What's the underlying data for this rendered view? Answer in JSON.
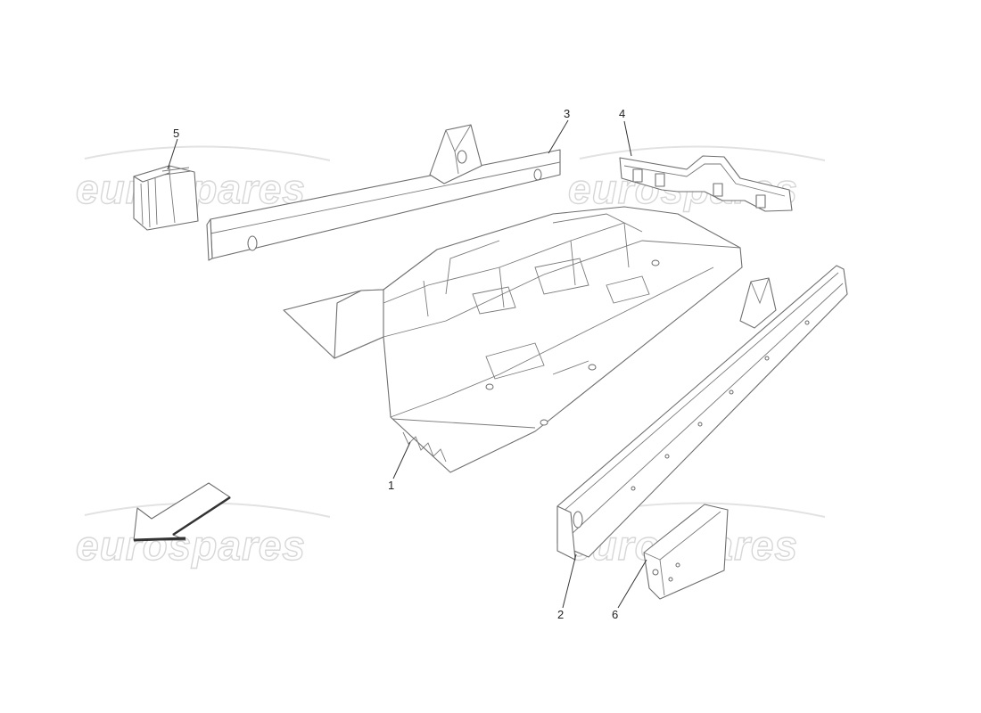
{
  "diagram": {
    "watermark": "eurospares",
    "callouts": [
      {
        "id": "1",
        "label": "1"
      },
      {
        "id": "2",
        "label": "2"
      },
      {
        "id": "3",
        "label": "3"
      },
      {
        "id": "4",
        "label": "4"
      },
      {
        "id": "5",
        "label": "5"
      },
      {
        "id": "6",
        "label": "6"
      }
    ],
    "icons": [
      "direction-arrow-icon"
    ]
  }
}
